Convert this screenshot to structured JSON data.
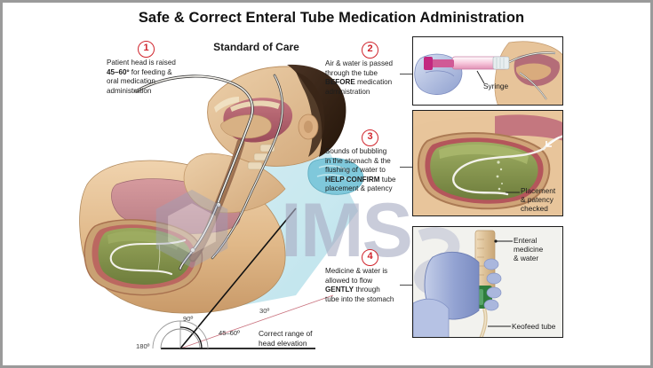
{
  "header": {
    "title": "Safe & Correct Enteral Tube Medication Administration",
    "subtitle": "Standard of Care"
  },
  "watermark": {
    "text": "IMS",
    "logo": "hexagon-logo"
  },
  "callouts": [
    {
      "number": "1",
      "lines": [
        {
          "text": "Patient head is raised",
          "bold": false
        },
        {
          "text": "45–60º",
          "bold": true,
          "suffix": " for feeding &"
        },
        {
          "text": "oral medication",
          "bold": false
        },
        {
          "text": "administration",
          "bold": false
        }
      ]
    },
    {
      "number": "2",
      "lines": [
        {
          "text": "Air & water is passed",
          "bold": false
        },
        {
          "text": "through the tube",
          "bold": false
        },
        {
          "text": "BEFORE",
          "bold": true,
          "suffix": " medication"
        },
        {
          "text": "administration",
          "bold": false
        }
      ]
    },
    {
      "number": "3",
      "lines": [
        {
          "text": "Sounds of bubbling",
          "bold": false
        },
        {
          "text": "in the stomach & the",
          "bold": false
        },
        {
          "text": "flushing of water to",
          "bold": false
        },
        {
          "text": "HELP CONFIRM",
          "bold": true,
          "suffix": " tube"
        },
        {
          "text": "placement & patency",
          "bold": false
        }
      ]
    },
    {
      "number": "4",
      "lines": [
        {
          "text": "Medicine & water is",
          "bold": false
        },
        {
          "text": "allowed to flow",
          "bold": false
        },
        {
          "text": "GENTLY",
          "bold": true,
          "suffix": " through"
        },
        {
          "text": "tube into the stomach",
          "bold": false
        }
      ]
    }
  ],
  "panels": [
    {
      "name": "syringe-panel",
      "labels": [
        "Syringe"
      ]
    },
    {
      "name": "stomach-panel",
      "labels": [
        "Placement",
        "& patency",
        "checked"
      ]
    },
    {
      "name": "keofeed-panel",
      "labels": [
        "Enteral",
        "medicine",
        "& water",
        "Keofeed tube"
      ]
    }
  ],
  "panel_labels": {
    "syringe": "Syringe",
    "placement_l1": "Placement",
    "placement_l2": "& patency",
    "placement_l3": "checked",
    "enteral_l1": "Enteral",
    "enteral_l2": "medicine",
    "enteral_l3": "& water",
    "keofeed": "Keofeed tube"
  },
  "protractor": {
    "deg_90": "90º",
    "deg_180": "180º",
    "deg_30": "30º",
    "range": "45–60º",
    "note_l1": "Correct range of",
    "note_l2": "head elevation"
  },
  "colors": {
    "accent_red": "#d0242c",
    "title_black": "#111111",
    "skin": "#e2b98c",
    "muscle_pink": "#c98f93",
    "stomach_green": "#7f8f4a",
    "tube_white": "#f2f0ea",
    "glove_blue": "#a9b6dc",
    "bed_teal": "#8fd0de",
    "watermark_grey": "#a9adc4"
  }
}
